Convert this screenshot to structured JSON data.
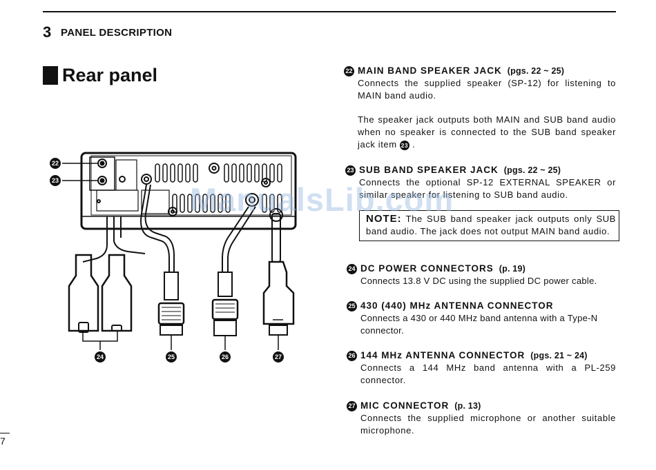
{
  "header": {
    "chapter_number": "3",
    "chapter_title": "PANEL DESCRIPTION"
  },
  "section_title": "Rear panel",
  "diagram": {
    "callouts": [
      "22",
      "23",
      "24",
      "25",
      "26",
      "27"
    ]
  },
  "items": [
    {
      "num": "22",
      "title": "MAIN BAND SPEAKER JACK",
      "pages": "(pgs. 22 ~ 25)",
      "body": "Connects the supplied speaker (SP-12) for listening to MAIN band audio.",
      "body2": "The speaker jack outputs both MAIN and SUB band audio when no speaker is connected to the SUB band speaker jack item",
      "ref": "23"
    },
    {
      "num": "23",
      "title": "SUB BAND SPEAKER JACK",
      "pages": "(pgs. 22 ~ 25)",
      "body": "Connects the optional SP-12 EXTERNAL SPEAKER or similar speaker for listening to SUB band audio."
    },
    {
      "num": "24",
      "title": "DC POWER CONNECTORS",
      "pages": "(p. 19)",
      "body": "Connects 13.8 V DC using the supplied DC power cable."
    },
    {
      "num": "25",
      "title": "430 (440) MHz ANTENNA CONNECTOR",
      "pages": "",
      "body": "Connects a 430 or 440 MHz band antenna with a Type-N connector."
    },
    {
      "num": "26",
      "title": "144 MHz ANTENNA CONNECTOR",
      "pages": "(pgs. 21 ~ 24)",
      "body": "Connects a 144 MHz band antenna with a PL-259 connector."
    },
    {
      "num": "27",
      "title": "MIC CONNECTOR",
      "pages": "(p. 13)",
      "body": "Connects the supplied microphone or another suitable microphone."
    }
  ],
  "note": {
    "label": "NOTE:",
    "text": "The SUB band speaker jack outputs only SUB band audio. The jack does not output MAIN band audio."
  },
  "watermark": "ManualsLib.com",
  "page_number": "7"
}
